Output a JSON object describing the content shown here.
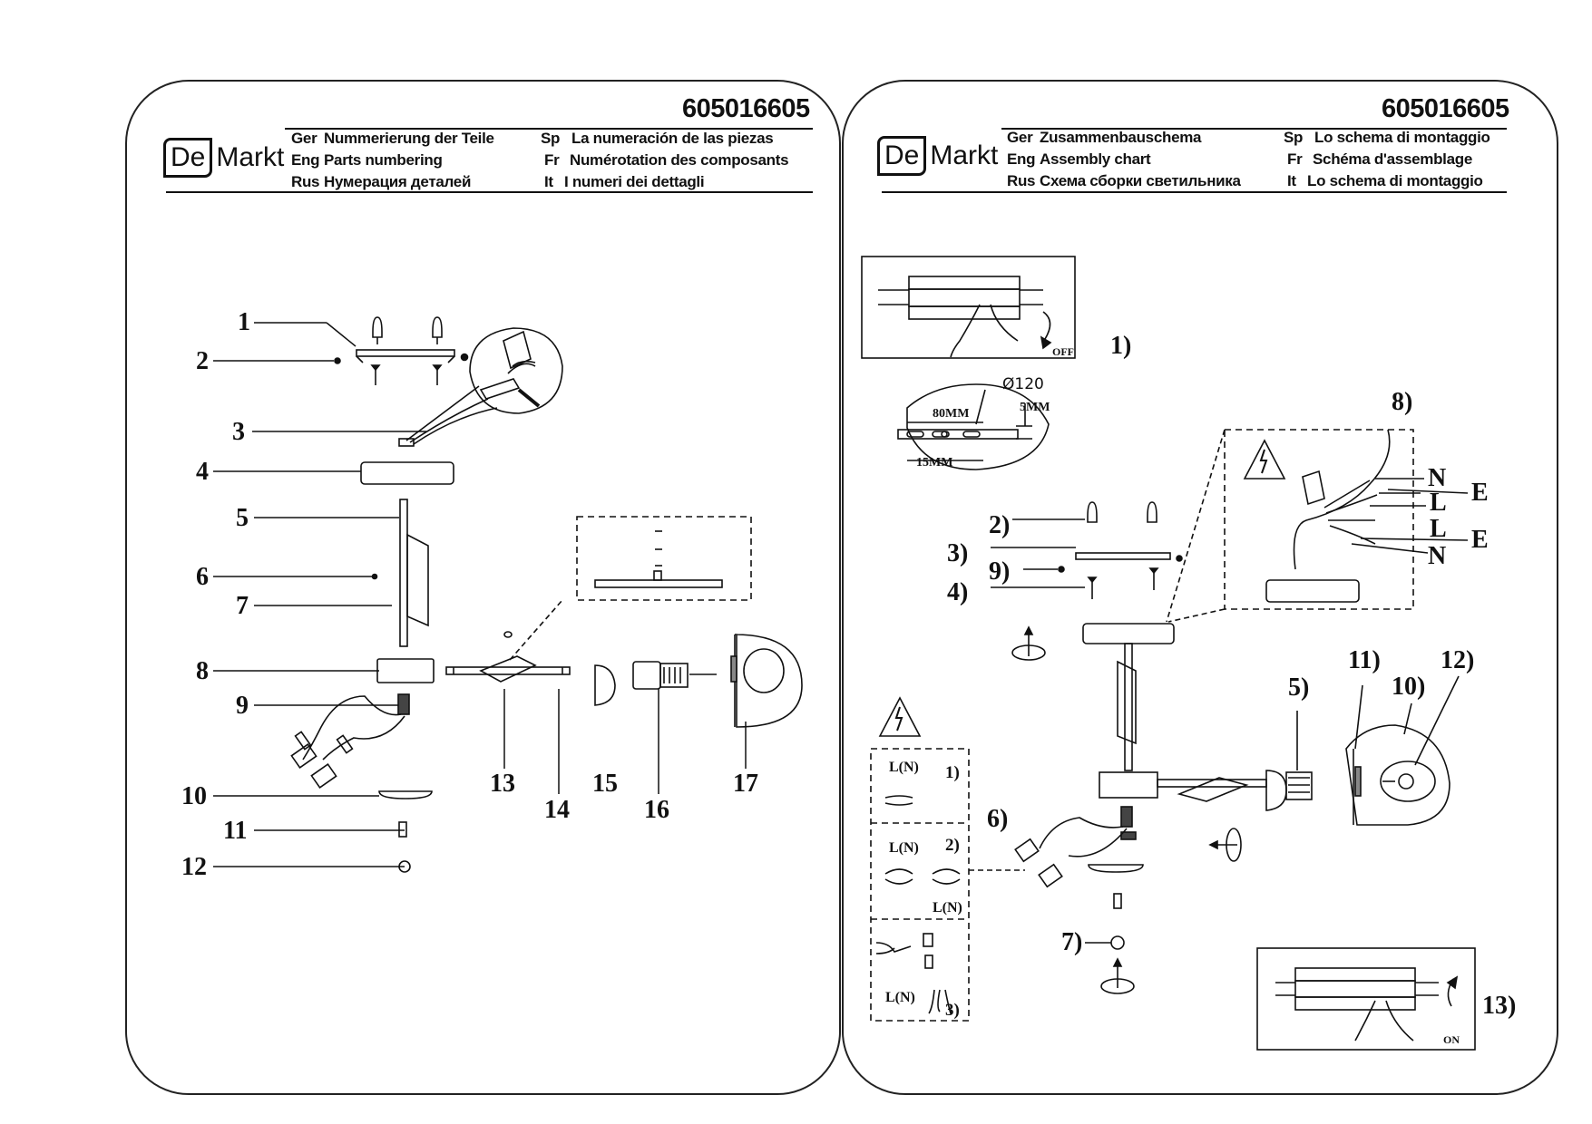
{
  "left": {
    "doc_number": "605016605",
    "logo": {
      "box": "De",
      "text": "Markt"
    },
    "headers": [
      {
        "code": "Ger",
        "text": "Nummerierung der Teile"
      },
      {
        "code": "Eng",
        "text": "Parts numbering"
      },
      {
        "code": "Rus",
        "text": "Нумерация деталей"
      },
      {
        "code": "Sp",
        "text": "La numeración de las piezas"
      },
      {
        "code": "Fr",
        "text": "Numérotation des composants"
      },
      {
        "code": "It",
        "text": "I numeri dei dettagli"
      }
    ],
    "part_labels": [
      "1",
      "2",
      "3",
      "4",
      "5",
      "6",
      "7",
      "8",
      "9",
      "10",
      "11",
      "12",
      "13",
      "14",
      "15",
      "16",
      "17"
    ]
  },
  "right": {
    "doc_number": "605016605",
    "logo": {
      "box": "De",
      "text": "Markt"
    },
    "headers": [
      {
        "code": "Ger",
        "text": "Zusammenbauschema"
      },
      {
        "code": "Eng",
        "text": "Assembly chart"
      },
      {
        "code": "Rus",
        "text": "Схема сборки светильника"
      },
      {
        "code": "Sp",
        "text": "Lo schema di montaggio"
      },
      {
        "code": "Fr",
        "text": "Schéma d'assemblage"
      },
      {
        "code": "It",
        "text": "Lo schema di montaggio"
      }
    ],
    "steps": [
      "1)",
      "2)",
      "3)",
      "4)",
      "5)",
      "6)",
      "7)",
      "8)",
      "9)",
      "10)",
      "11)",
      "12)",
      "13)"
    ],
    "dimensions": {
      "diameter": "Ø120",
      "d80": "80MM",
      "d5": "5MM",
      "d15": "15MM"
    },
    "switch_off": "OFF",
    "switch_on": "ON",
    "wire_labels": [
      "N",
      "L",
      "L",
      "N",
      "E",
      "E"
    ],
    "wiring_steps": [
      {
        "label": "L(N)",
        "num": "1)"
      },
      {
        "label": "L(N)",
        "num": "2)",
        "label2": "L(N)"
      },
      {
        "label": "L(N)",
        "num": "3)"
      }
    ]
  }
}
